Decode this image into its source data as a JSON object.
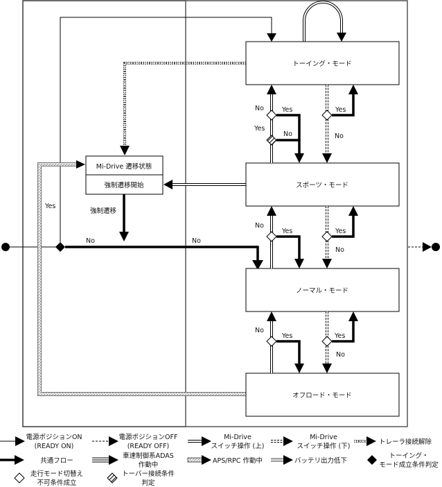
{
  "modes": {
    "towing": "トーイング・モード",
    "sports": "スポーツ・モード",
    "normal": "ノーマル・モード",
    "offroad": "オフロード・モード"
  },
  "midrive_box": {
    "title": "Mi-Drive 遷移状態",
    "subtitle": "強制遷移開始"
  },
  "flow_labels": {
    "forced_transition": "強制遷移",
    "no_left": "No",
    "no_right": "No",
    "yes_left": "Yes",
    "towing_sports_no_left": "No",
    "towing_sports_yes_upper": "Yes",
    "towing_sports_yes_lower": "Yes",
    "towing_sports_no_inner": "No",
    "towing_sports_yes_right": "Yes",
    "towing_sports_no_right": "No",
    "sports_normal_no_left": "No",
    "sports_normal_yes_left": "Yes",
    "sports_normal_yes_right": "Yes",
    "sports_normal_no_right": "No",
    "normal_offroad_no_left": "No",
    "normal_offroad_yes_left": "Yes",
    "normal_offroad_yes_right": "Yes",
    "normal_offroad_no_right": "No"
  },
  "legend": {
    "power_on_1": "電源ポジションON",
    "power_on_2": "(READY ON)",
    "power_off_1": "電源ポジションOFF",
    "power_off_2": "(READY OFF)",
    "switch_up_1": "Mi-Drive",
    "switch_up_2": "スイッチ操作 (上)",
    "switch_down_1": "Mi-Drive",
    "switch_down_2": "スイッチ操作 (下)",
    "trailer_release": "トレーラ接続解除",
    "common_flow": "共通フロー",
    "adas_1": "車速制御系ADAS",
    "adas_2": "作動中",
    "aps_rpc": "APS/RPC 作動中",
    "battery_low": "バッテリ出力低下",
    "towing_cond_1": "トーイング・",
    "towing_cond_2": "モード成立条件判定",
    "mode_switch_fail_1": "走行モード切替え",
    "mode_switch_fail_2": "不可条件成立",
    "towbar_1": "トーバー接続条件",
    "towbar_2": "判定"
  }
}
